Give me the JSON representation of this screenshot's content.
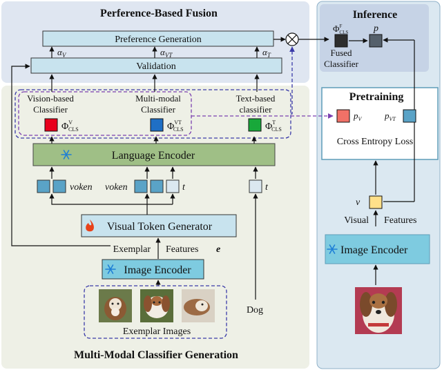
{
  "fusion": {
    "title": "Perference-Based Fusion",
    "preference_generation": "Preference Generation",
    "validation": "Validation",
    "alpha_v": "α",
    "alpha_v_sub": "V",
    "alpha_vt": "α",
    "alpha_vt_sub": "VT",
    "alpha_t": "α",
    "alpha_t_sub": "T"
  },
  "classifiers": {
    "vision_line1": "Vision-based",
    "vision_line2": "Classifier",
    "multimodal_line1": "Multi-modal",
    "multimodal_line2": "Classifier",
    "text_line1": "Text-based",
    "text_line2": "classifier",
    "phi": "Φ",
    "cls": "CLS",
    "sup_v": "V",
    "sup_vt": "VT",
    "sup_t": "T",
    "colors": {
      "vision": "#e8001c",
      "multimodal": "#1f6fc5",
      "text": "#18a83a"
    }
  },
  "generation": {
    "title": "Multi-Modal Classifier Generation",
    "language_encoder": "Language Encoder",
    "voken1": "voken",
    "voken2": "voken",
    "t1": "t",
    "t2": "t",
    "visual_token_generator": "Visual Token Generator",
    "exemplar": "Exemplar",
    "features": "Features",
    "e": "e",
    "image_encoder": "Image Encoder",
    "exemplar_images": "Exemplar Images",
    "dog": "Dog"
  },
  "inference": {
    "title": "Inference",
    "phi": "Φ",
    "sup_f": "F",
    "cls": "CLS",
    "p": "p",
    "fused_line1": "Fused",
    "fused_line2": "Classifier"
  },
  "pretraining": {
    "title": "Pretraining",
    "p": "p",
    "p_v_sub": "V",
    "p_vt_sub": "VT",
    "loss": "Cross Entropy Loss",
    "v": "v",
    "visual": "Visual",
    "features": "Features",
    "image_encoder": "Image Encoder"
  },
  "icons": {
    "snowflake": "snowflake-icon",
    "fire": "fire-icon",
    "otimes": "otimes-icon"
  }
}
